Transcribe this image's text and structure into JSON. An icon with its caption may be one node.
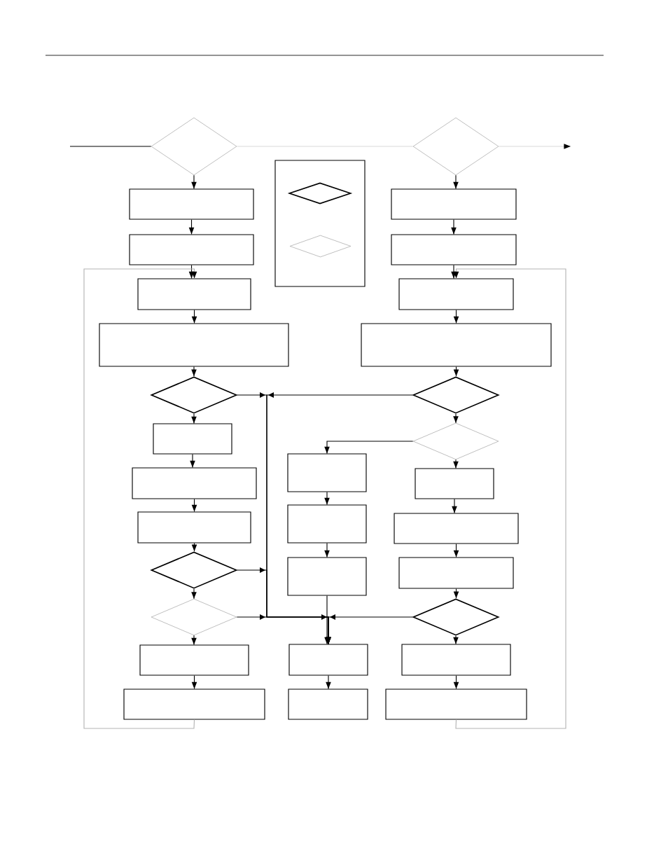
{
  "diagram": {
    "nodes": [
      {
        "text": [],
        "shape": "diamond"
      },
      {
        "text": [],
        "shape": "diamond"
      },
      {
        "text": [],
        "shape": "box"
      },
      {
        "text": [],
        "shape": "diamond",
        "in": 2
      },
      {
        "text": [],
        "shape": "diamond",
        "in": 2
      },
      {
        "text": [],
        "shape": "box"
      },
      {
        "text": [],
        "shape": "box"
      },
      {
        "text": [],
        "shape": "box"
      },
      {
        "text": [],
        "shape": "box"
      },
      {
        "text": [],
        "shape": "diamond"
      },
      {
        "text": [],
        "shape": "box"
      },
      {
        "text": [],
        "shape": "box"
      },
      {
        "text": [],
        "shape": "box"
      },
      {
        "text": [],
        "shape": "diamond"
      },
      {
        "text": [],
        "shape": "diamond"
      },
      {
        "text": [],
        "shape": "box"
      },
      {
        "text": [],
        "shape": "box"
      },
      {
        "text": [],
        "shape": "box"
      },
      {
        "text": [],
        "shape": "box"
      },
      {
        "text": [],
        "shape": "box"
      },
      {
        "text": [],
        "shape": "box"
      },
      {
        "text": [],
        "shape": "box"
      },
      {
        "text": [],
        "shape": "box"
      },
      {
        "text": [],
        "shape": "box"
      },
      {
        "text": [],
        "shape": "box"
      },
      {
        "text": [],
        "shape": "box"
      },
      {
        "text": [],
        "shape": "diamond"
      },
      {
        "text": [],
        "shape": "diamond"
      },
      {
        "text": [],
        "shape": "box"
      },
      {
        "text": [],
        "shape": "box"
      },
      {
        "text": [],
        "shape": "box"
      },
      {
        "text": [],
        "shape": "diamond"
      },
      {
        "text": [],
        "shape": "box"
      },
      {
        "text": [],
        "shape": "box"
      }
    ],
    "edges": [
      {
        "from": null,
        "to": 0,
        "arrow": "none"
      },
      {
        "from": 0,
        "to": 1,
        "arrow": "none",
        "color": "#d9d9d9"
      },
      {
        "from": 1,
        "to": null,
        "arrow": "to",
        "color": "#d9d9d9"
      },
      {
        "from": 0,
        "to": 5,
        "arrow": "to"
      },
      {
        "from": 5,
        "to": 6,
        "arrow": "to"
      },
      {
        "from": 6,
        "to": 7,
        "arrow": "to"
      },
      {
        "from": 7,
        "to": 8,
        "arrow": "to"
      },
      {
        "from": 8,
        "to": 9,
        "arrow": "to"
      },
      {
        "from": 9,
        "to": 10,
        "arrow": "to"
      },
      {
        "from": 10,
        "to": 11,
        "arrow": "to"
      },
      {
        "from": 11,
        "to": 12,
        "arrow": "to"
      },
      {
        "from": 12,
        "to": 13,
        "arrow": "to"
      },
      {
        "from": 13,
        "to": 14,
        "arrow": "to"
      },
      {
        "from": 14,
        "to": 15,
        "arrow": "to"
      },
      {
        "from": 15,
        "to": 16,
        "arrow": "to"
      },
      {
        "from": 16,
        "to": 7,
        "arrow": "to",
        "color": "#b3b3b3"
      },
      {
        "from": 1,
        "to": 22,
        "arrow": "to"
      },
      {
        "from": 22,
        "to": 23,
        "arrow": "to"
      },
      {
        "from": 23,
        "to": 24,
        "arrow": "to"
      },
      {
        "from": 24,
        "to": 25,
        "arrow": "to"
      },
      {
        "from": 25,
        "to": 26,
        "arrow": "to"
      },
      {
        "from": 26,
        "to": 27,
        "arrow": "to"
      },
      {
        "from": 27,
        "to": 28,
        "arrow": "to"
      },
      {
        "from": 28,
        "to": 29,
        "arrow": "to"
      },
      {
        "from": 29,
        "to": 30,
        "arrow": "to"
      },
      {
        "from": 30,
        "to": 31,
        "arrow": "to"
      },
      {
        "from": 31,
        "to": 32,
        "arrow": "to"
      },
      {
        "from": 32,
        "to": 33,
        "arrow": "to"
      },
      {
        "from": 33,
        "to": 24,
        "arrow": "to",
        "color": "#b3b3b3"
      },
      {
        "from": 27,
        "to": 17,
        "arrow": "to"
      },
      {
        "from": 17,
        "to": 18,
        "arrow": "to"
      },
      {
        "from": 18,
        "to": 19,
        "arrow": "to"
      },
      {
        "from": 19,
        "to": 20,
        "arrow": "to"
      },
      {
        "from": 20,
        "to": 21,
        "arrow": "to"
      },
      {
        "from": 9,
        "to": 20,
        "arrow": "to"
      },
      {
        "from": 26,
        "to": 20,
        "arrow": "to"
      },
      {
        "from": 13,
        "to": 20,
        "arrow": "to"
      },
      {
        "from": 14,
        "to": 20,
        "arrow": "to"
      },
      {
        "from": 31,
        "to": 20,
        "arrow": "to"
      }
    ]
  }
}
